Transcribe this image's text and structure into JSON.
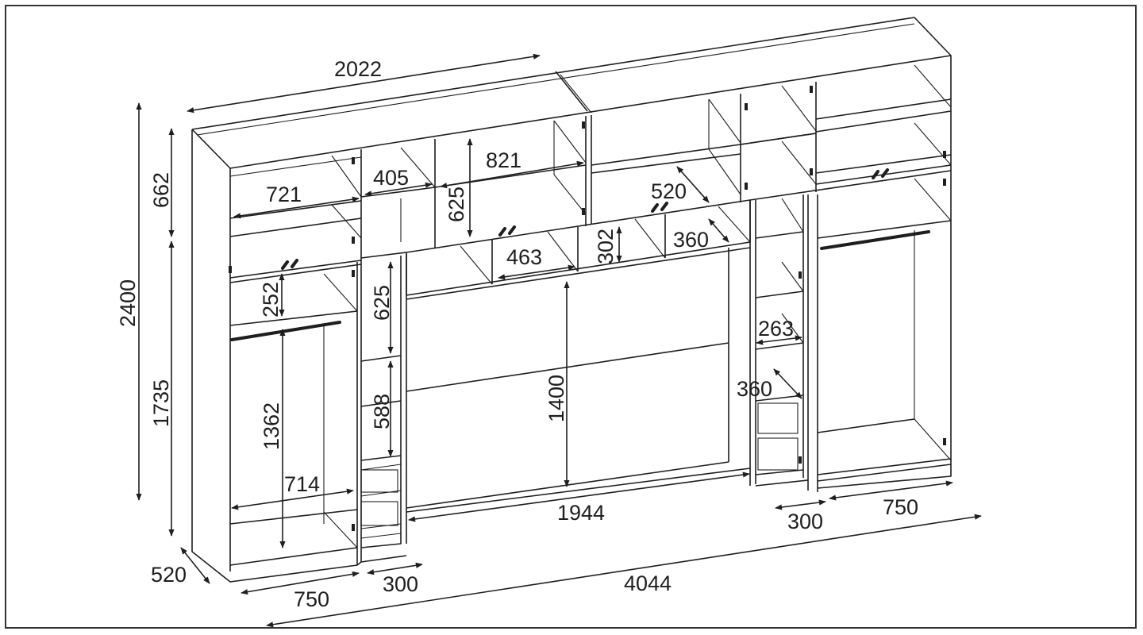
{
  "diagram": {
    "dimensions": {
      "total_length": "4044",
      "top_section_length": "2022",
      "total_height": "2400",
      "top_section_height": "662",
      "bottom_section_height": "1735",
      "depth": "520",
      "left_wardrobe_width": "750",
      "right_wardrobe_width": "750",
      "left_shelf_column_width": "300",
      "right_shelf_column_width": "300",
      "middle_opening_width": "1944",
      "middle_opening_height": "1400",
      "left_top_shelf_width": "721",
      "second_top_shelf_width": "405",
      "third_top_shelf_width": "821",
      "top_compartment_height": "625",
      "right_top_shelf_depth": "520",
      "bridge_compartment_width": "463",
      "bridge_compartment_height": "302",
      "bridge_shelf_depth": "360",
      "left_upper_compartment_height": "252",
      "hanging_height": "1362",
      "rail_width": "714",
      "left_column_top_height": "625",
      "left_column_mid_height": "588",
      "right_column_shelf_width": "263",
      "right_column_shelf_depth": "360"
    }
  }
}
